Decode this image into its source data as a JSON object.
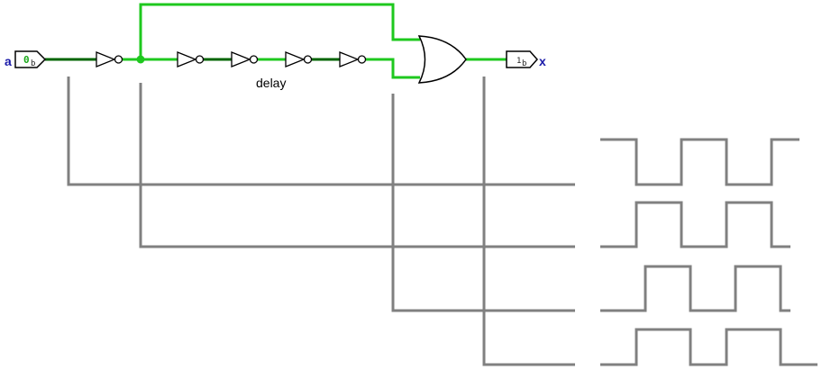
{
  "circuit": {
    "input_pin": {
      "name": "a",
      "value": "0"
    },
    "output_pin": {
      "name": "x",
      "value": "1"
    },
    "delay_label": "delay",
    "value_subscript": "b",
    "colors": {
      "wire_low": "#006400",
      "wire_high": "#1ec81e",
      "probe_line": "#808080",
      "pin_label": "#1a1aa8",
      "gate_stroke": "#000000"
    },
    "waveforms": [
      {
        "probe": "a",
        "levels": [
          1,
          0,
          1,
          0,
          1
        ]
      },
      {
        "probe": "not-a",
        "levels": [
          0,
          1,
          0,
          1,
          0
        ]
      },
      {
        "probe": "delayed",
        "levels": [
          0,
          1,
          0,
          1,
          0
        ]
      },
      {
        "probe": "x",
        "levels": [
          0,
          1,
          0,
          1,
          0
        ]
      }
    ]
  }
}
